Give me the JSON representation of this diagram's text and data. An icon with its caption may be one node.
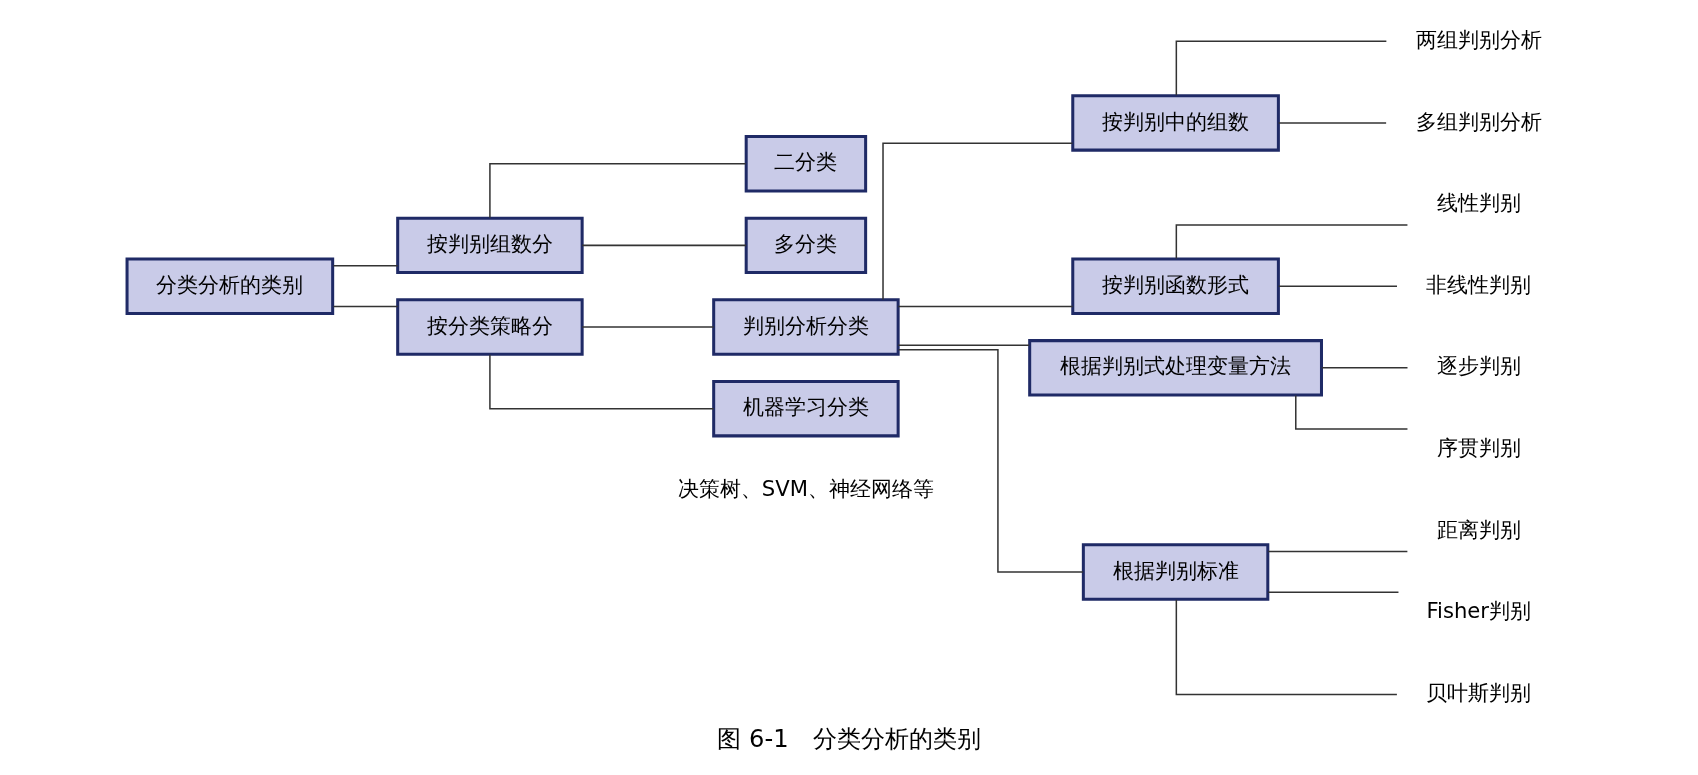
{
  "diagram": {
    "caption": "图 6-1　分类分析的类别",
    "nodes": [
      {
        "text": [
          "分类分析的类别"
        ]
      },
      {
        "text": [
          "按判别组数分"
        ]
      },
      {
        "text": [
          "二分类"
        ]
      },
      {
        "text": [
          "多分类"
        ]
      },
      {
        "text": [
          "按分类策略分"
        ]
      },
      {
        "text": [
          "判别分析分类"
        ]
      },
      {
        "text": [
          "机器学习分类"
        ],
        "beside": [
          "决策树、SVM、神经网络等"
        ]
      },
      {
        "text": [
          "按判别中的组数"
        ]
      },
      {
        "text": [
          "按判别函数形式"
        ]
      },
      {
        "text": [
          "根据判别式处理变量方法"
        ]
      },
      {
        "text": [
          "根据判别标准"
        ]
      },
      {
        "text": [
          "两组判别分析"
        ]
      },
      {
        "text": [
          "多组判别分析"
        ]
      },
      {
        "text": [
          "线性判别"
        ]
      },
      {
        "text": [
          "非线性判别"
        ]
      },
      {
        "text": [
          "逐步判别"
        ]
      },
      {
        "text": [
          "序贯判别"
        ]
      },
      {
        "text": [
          "距离判别"
        ]
      },
      {
        "text": [
          "Fisher判别"
        ]
      },
      {
        "text": [
          "贝叶斯判别"
        ]
      }
    ],
    "edges": [
      {
        "from": 0,
        "to": 1,
        "arrow": "none"
      },
      {
        "from": 0,
        "to": 4,
        "arrow": "none"
      },
      {
        "from": 1,
        "to": 2,
        "arrow": "none"
      },
      {
        "from": 1,
        "to": 3,
        "arrow": "none"
      },
      {
        "from": 4,
        "to": 5,
        "arrow": "none"
      },
      {
        "from": 4,
        "to": 6,
        "arrow": "none"
      },
      {
        "from": 5,
        "to": 7,
        "arrow": "none"
      },
      {
        "from": 5,
        "to": 8,
        "arrow": "none"
      },
      {
        "from": 5,
        "to": 9,
        "arrow": "none"
      },
      {
        "from": 5,
        "to": 10,
        "arrow": "none"
      },
      {
        "from": 7,
        "to": 11,
        "arrow": "none"
      },
      {
        "from": 7,
        "to": 12,
        "arrow": "none"
      },
      {
        "from": 8,
        "to": 13,
        "arrow": "none"
      },
      {
        "from": 8,
        "to": 14,
        "arrow": "none"
      },
      {
        "from": 9,
        "to": 15,
        "arrow": "none"
      },
      {
        "from": 9,
        "to": 16,
        "arrow": "none"
      },
      {
        "from": 10,
        "to": 17,
        "arrow": "none"
      },
      {
        "from": 10,
        "to": 18,
        "arrow": "none"
      },
      {
        "from": 10,
        "to": 19,
        "arrow": "none"
      }
    ]
  }
}
